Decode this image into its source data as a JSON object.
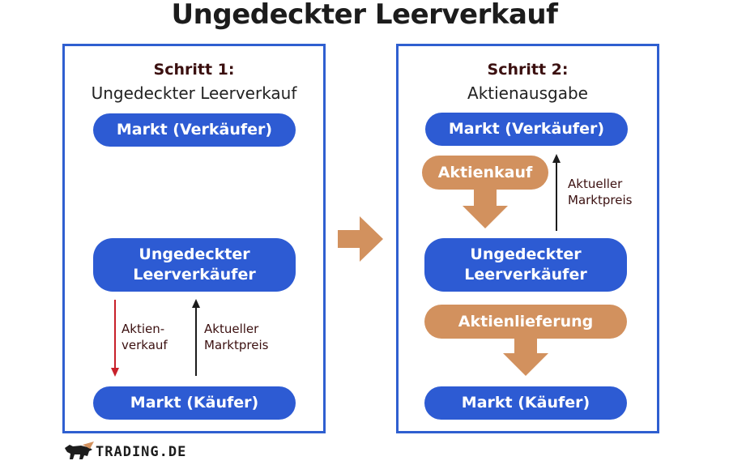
{
  "title": "Ungedeckter Leerverkauf",
  "colors": {
    "blue": "#2d5bd3",
    "orange": "#d2915e",
    "panel_border": "#2f5fd0",
    "red_arrow": "#c8202a",
    "dark_arrow": "#1c1c1c"
  },
  "step1": {
    "heading": "Schritt 1:",
    "subtitle": "Ungedeckter Leerverkauf",
    "market_seller": "Markt (Verkäufer)",
    "short_seller_line1": "Ungedeckter",
    "short_seller_line2": "Leerverkäufer",
    "market_buyer": "Markt (Käufer)",
    "sale_label_line1": "Aktien-",
    "sale_label_line2": "verkauf",
    "price_label_line1": "Aktueller",
    "price_label_line2": "Marktpreis"
  },
  "step2": {
    "heading": "Schritt 2:",
    "subtitle": "Aktienausgabe",
    "market_seller": "Markt (Verkäufer)",
    "purchase": "Aktienkauf",
    "price_label_line1": "Aktueller",
    "price_label_line2": "Marktpreis",
    "short_seller_line1": "Ungedeckter",
    "short_seller_line2": "Leerverkäufer",
    "delivery": "Aktienlieferung",
    "market_buyer": "Markt (Käufer)"
  },
  "logo": {
    "text": "TRADING.DE",
    "icon": "bull-icon"
  }
}
